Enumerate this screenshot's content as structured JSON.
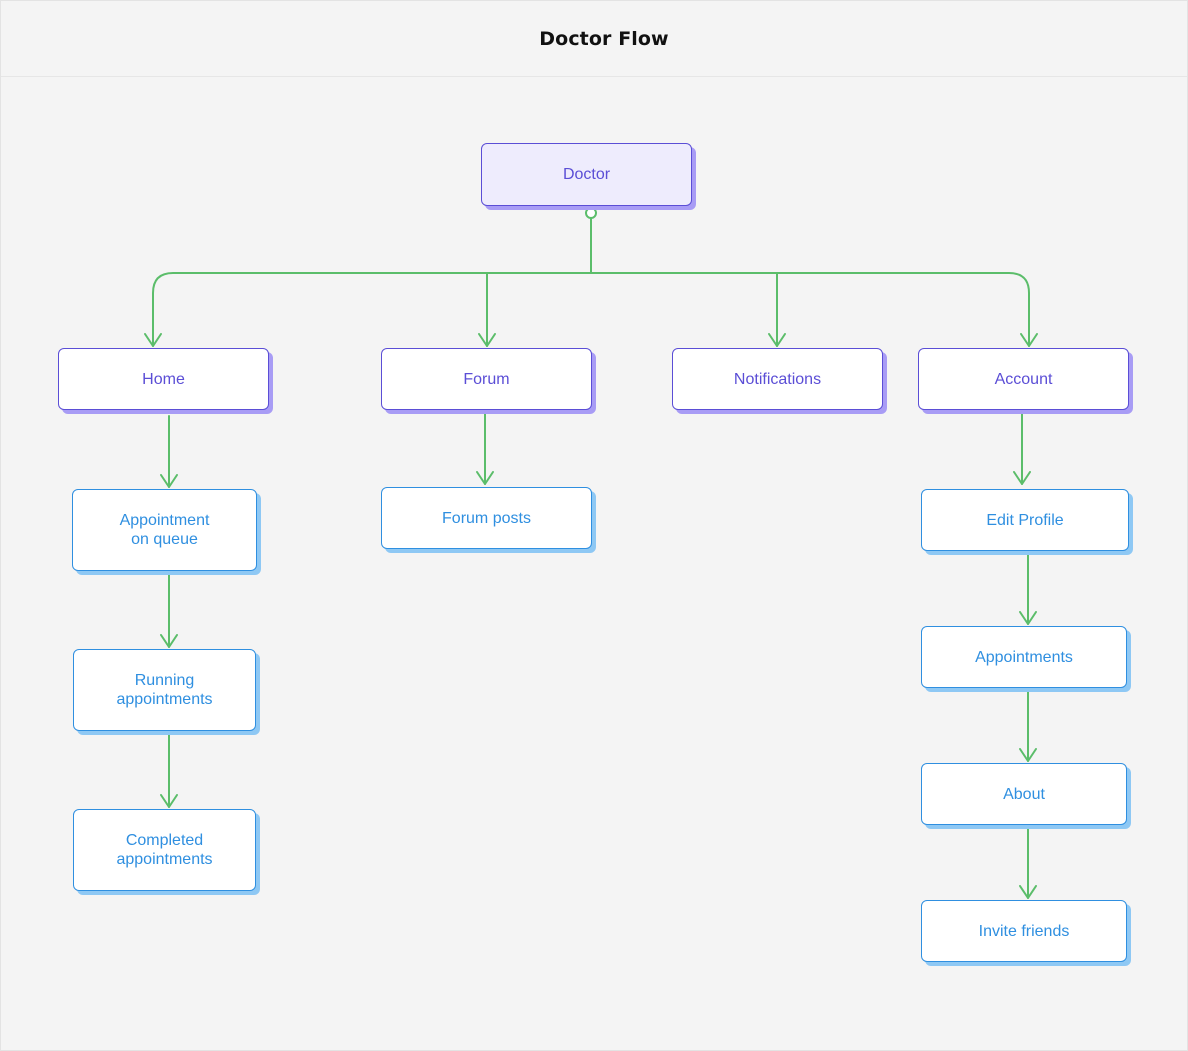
{
  "title": "Doctor Flow",
  "colors": {
    "connector": "#5bbd6a",
    "level1_border": "#5b4ed6",
    "level1_shadow": "#a89cf5",
    "root_fill": "#eeecfd",
    "level2_border": "#2f8fe0",
    "level2_shadow": "#8ec8f4"
  },
  "root": {
    "label": "Doctor"
  },
  "sections": {
    "home": {
      "label": "Home",
      "children": [
        "Appointment\non queue",
        "Running\nappointments",
        "Completed\nappointments"
      ]
    },
    "forum": {
      "label": "Forum",
      "children": [
        "Forum posts"
      ]
    },
    "notifications": {
      "label": "Notifications",
      "children": []
    },
    "account": {
      "label": "Account",
      "children": [
        "Edit Profile",
        "Appointments",
        "About",
        "Invite friends"
      ]
    }
  }
}
